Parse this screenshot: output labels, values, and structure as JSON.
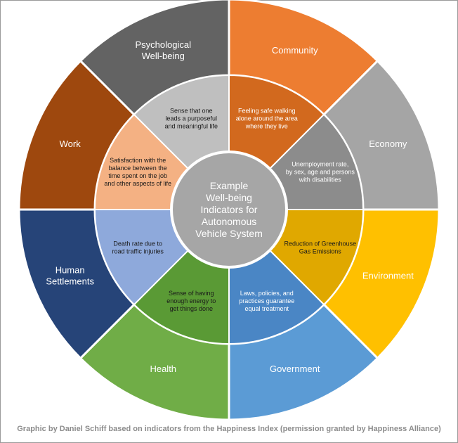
{
  "center": {
    "lines": [
      "Example",
      "Well-being",
      "Indicators for",
      "Autonomous",
      "Vehicle System"
    ],
    "fill": "#a6a6a6"
  },
  "segments": [
    {
      "domain": [
        "Community"
      ],
      "indicator": [
        "Feeling safe walking",
        "alone around the area",
        "where they live"
      ],
      "outer_color": "#ed7d31",
      "inner_color": "#d2691e",
      "indicator_text_color": "#ffffff"
    },
    {
      "domain": [
        "Economy"
      ],
      "indicator": [
        "Unemployment rate,",
        "by sex, age and persons",
        "with disabilities"
      ],
      "outer_color": "#a5a5a5",
      "inner_color": "#8c8c8c",
      "indicator_text_color": "#ffffff"
    },
    {
      "domain": [
        "Environment"
      ],
      "indicator": [
        "Reduction of Greenhouse",
        "Gas Emissions"
      ],
      "outer_color": "#ffc000",
      "inner_color": "#e0a800",
      "indicator_text_color": "#1a1a1a"
    },
    {
      "domain": [
        "Government"
      ],
      "indicator": [
        "Laws, policies, and",
        "practices guarantee",
        "equal treatment"
      ],
      "outer_color": "#5b9bd5",
      "inner_color": "#4a86c5",
      "indicator_text_color": "#ffffff"
    },
    {
      "domain": [
        "Health"
      ],
      "indicator": [
        "Sense of having",
        "enough energy to",
        "get things done"
      ],
      "outer_color": "#70ad47",
      "inner_color": "#5a9a35",
      "indicator_text_color": "#1a1a1a"
    },
    {
      "domain": [
        "Human",
        "Settlements"
      ],
      "indicator": [
        "Death rate due to",
        "road traffic injuries"
      ],
      "outer_color": "#264478",
      "inner_color": "#8ea9db",
      "indicator_text_color": "#1a1a1a"
    },
    {
      "domain": [
        "Work"
      ],
      "indicator": [
        "Satisfaction with the",
        "balance between the",
        "time spent on the job",
        "and other aspects of life"
      ],
      "outer_color": "#9e480e",
      "inner_color": "#f4b183",
      "indicator_text_color": "#1a1a1a"
    },
    {
      "domain": [
        "Psychological",
        "Well-being"
      ],
      "indicator": [
        "Sense that one",
        "leads a purposeful",
        "and meaningful life"
      ],
      "outer_color": "#636363",
      "inner_color": "#bfbfbf",
      "indicator_text_color": "#1a1a1a"
    }
  ],
  "caption": "Graphic by Daniel Schiff based on indicators from the Happiness Index (permission granted by Happiness Alliance)"
}
